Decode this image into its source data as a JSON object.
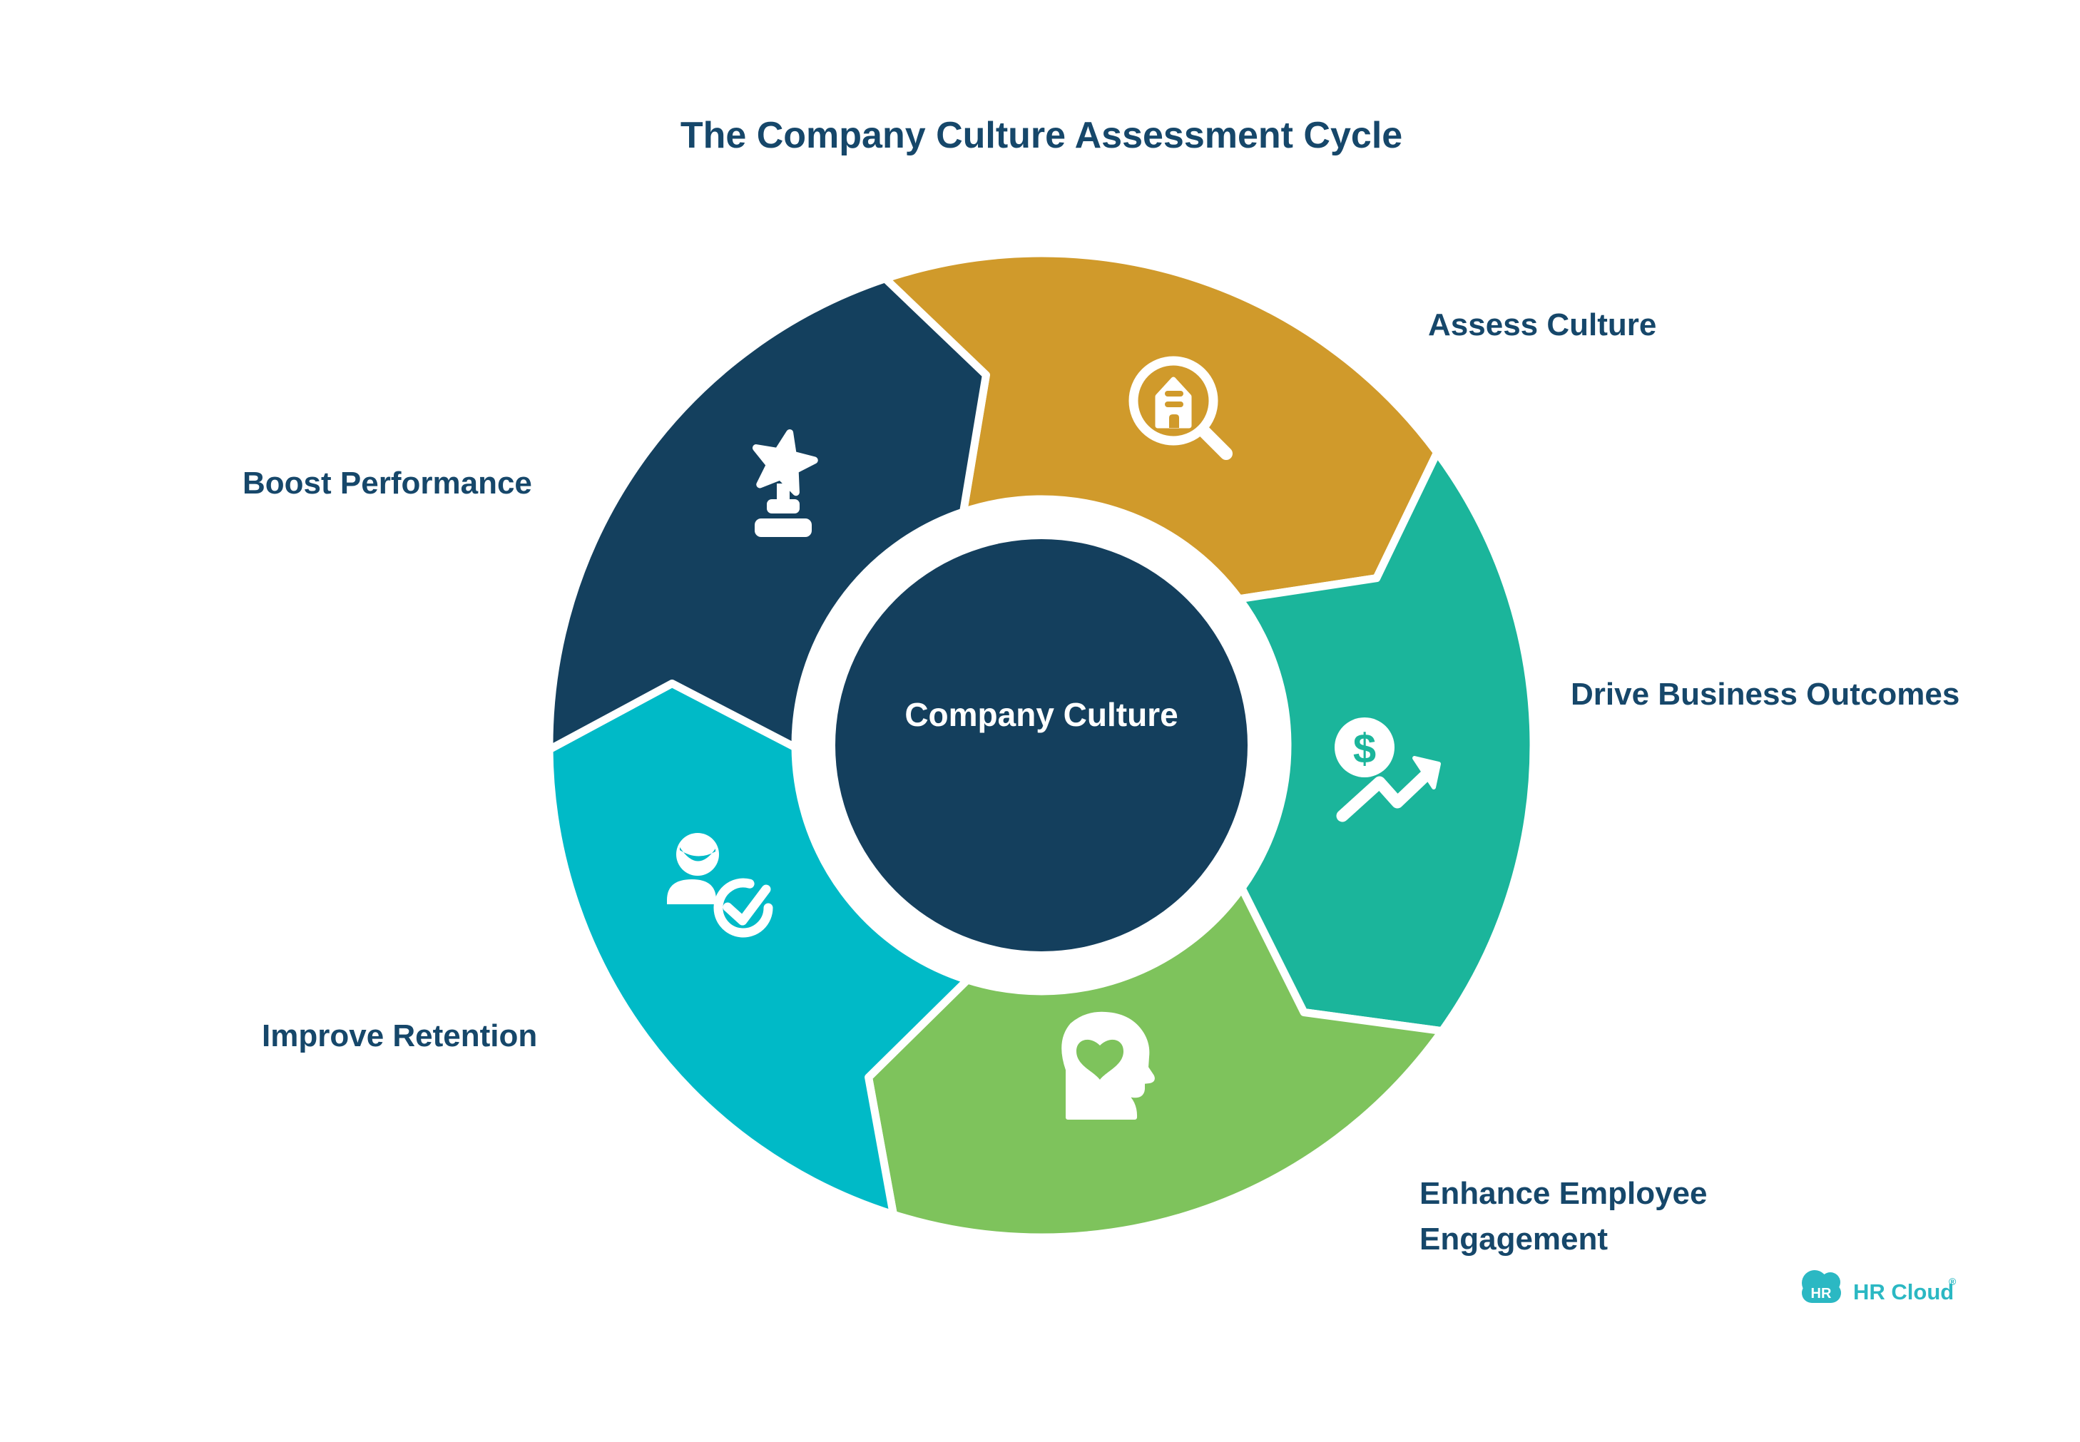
{
  "title": "The Company Culture Assessment Cycle",
  "center_label": "Company Culture",
  "chart_data": {
    "type": "cycle-diagram",
    "center": "Company Culture",
    "direction": "clockwise",
    "steps": [
      {
        "id": "assess-culture",
        "label": "Assess Culture",
        "color": "#D09A2B",
        "icon": "magnifier-building-icon"
      },
      {
        "id": "drive-business-outcomes",
        "label": "Drive Business Outcomes",
        "color": "#1BB59B",
        "icon": "dollar-growth-arrow-icon"
      },
      {
        "id": "enhance-employee-engagement",
        "label": "Enhance Employee Engagement",
        "color": "#7EC35C",
        "icon": "head-heart-icon"
      },
      {
        "id": "improve-retention",
        "label": "Improve Retention",
        "color": "#00BAC7",
        "icon": "person-check-icon"
      },
      {
        "id": "boost-performance",
        "label": "Boost Performance",
        "color": "#14405E",
        "icon": "star-trophy-icon"
      }
    ]
  },
  "wheel_labels": {
    "assess": "Assess Culture",
    "drive": "Drive Business Outcomes",
    "enhance_line1": "Enhance Employee",
    "enhance_line2": "Engagement",
    "improve": "Improve Retention",
    "boost": "Boost Performance"
  },
  "icon_glyphs": {
    "dollar_symbol": "$"
  },
  "logo": {
    "badge": "HR",
    "name": "HR Cloud",
    "reg": "®"
  },
  "colors": {
    "background": "#FFFFFF",
    "text_navy": "#16476A",
    "segment_gold": "#D09A2B",
    "segment_teal": "#1BB59B",
    "segment_green": "#7EC35C",
    "segment_cyan": "#00BAC7",
    "segment_navy": "#14405E",
    "center_circle": "#143F5D",
    "logo_teal": "#2BB8C3"
  }
}
